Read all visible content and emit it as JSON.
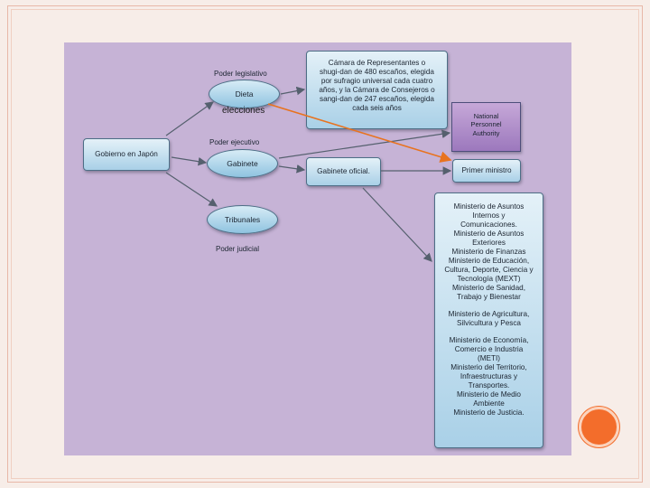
{
  "diagram": {
    "root": "Gobierno en Japón",
    "branches": {
      "legislative": {
        "heading": "Poder legislativo",
        "node": "Dieta"
      },
      "executive": {
        "heading": "Poder ejecutivo",
        "node": "Gabinete"
      },
      "judicial": {
        "heading": "Poder judicial",
        "node": "Tribunales"
      }
    },
    "annotation": "elecciones",
    "chambers": [
      "Cámara de Representantes o",
      "shugi-dan de 480 escaños, elegida",
      "por sufragio universal cada cuatro",
      "años, y la Cámara de Consejeros o",
      "sangi-dan de 247 escaños, elegida",
      "cada seis años"
    ],
    "npa": [
      "National",
      "Personnel",
      "Authority"
    ],
    "cabinet_official": "Gabinete oficial.",
    "prime_minister": "Primer ministro",
    "ministries": [
      [
        "Ministerio de Asuntos",
        "Internos y",
        "Comunicaciones.",
        "Ministerio de Asuntos",
        "Exteriores",
        "Ministerio de Finanzas",
        "Ministerio de Educación,",
        "Cultura, Deporte, Ciencia y",
        "Tecnología (MEXT)",
        "Ministerio de Sanidad,",
        "Trabajo y Bienestar"
      ],
      [
        "Ministerio de Agricultura,",
        "Silvicultura y Pesca"
      ],
      [
        "Ministerio de Economía,",
        "Comercio e Industria",
        "(METI)",
        "Ministerio del Territorio,",
        "Infraestructuras y",
        "Transportes.",
        "Ministerio de Medio",
        "Ambiente",
        "Ministerio de Justicia."
      ]
    ],
    "colors": {
      "canvas": "#c6b3d6",
      "node_fill": "#a9d0e7",
      "npa_fill": "#9c78bd",
      "orange_arrow": "#e8731f",
      "accent_circle": "#f36d2b"
    }
  }
}
